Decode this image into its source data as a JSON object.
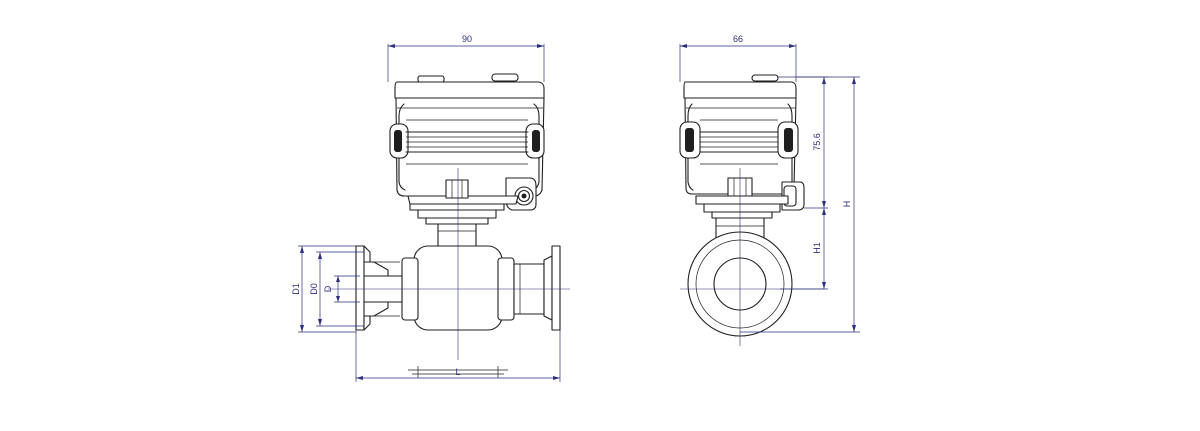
{
  "dimensions": {
    "front_width": "90",
    "side_width": "66",
    "actuator_height": "75.6",
    "h1": "H1",
    "h": "H",
    "d1": "D1",
    "d0": "D0",
    "d": "D",
    "l": "L"
  },
  "colors": {
    "outline": "#1f1f1f",
    "dimension": "#2b2f7e",
    "background": "#ffffff"
  }
}
